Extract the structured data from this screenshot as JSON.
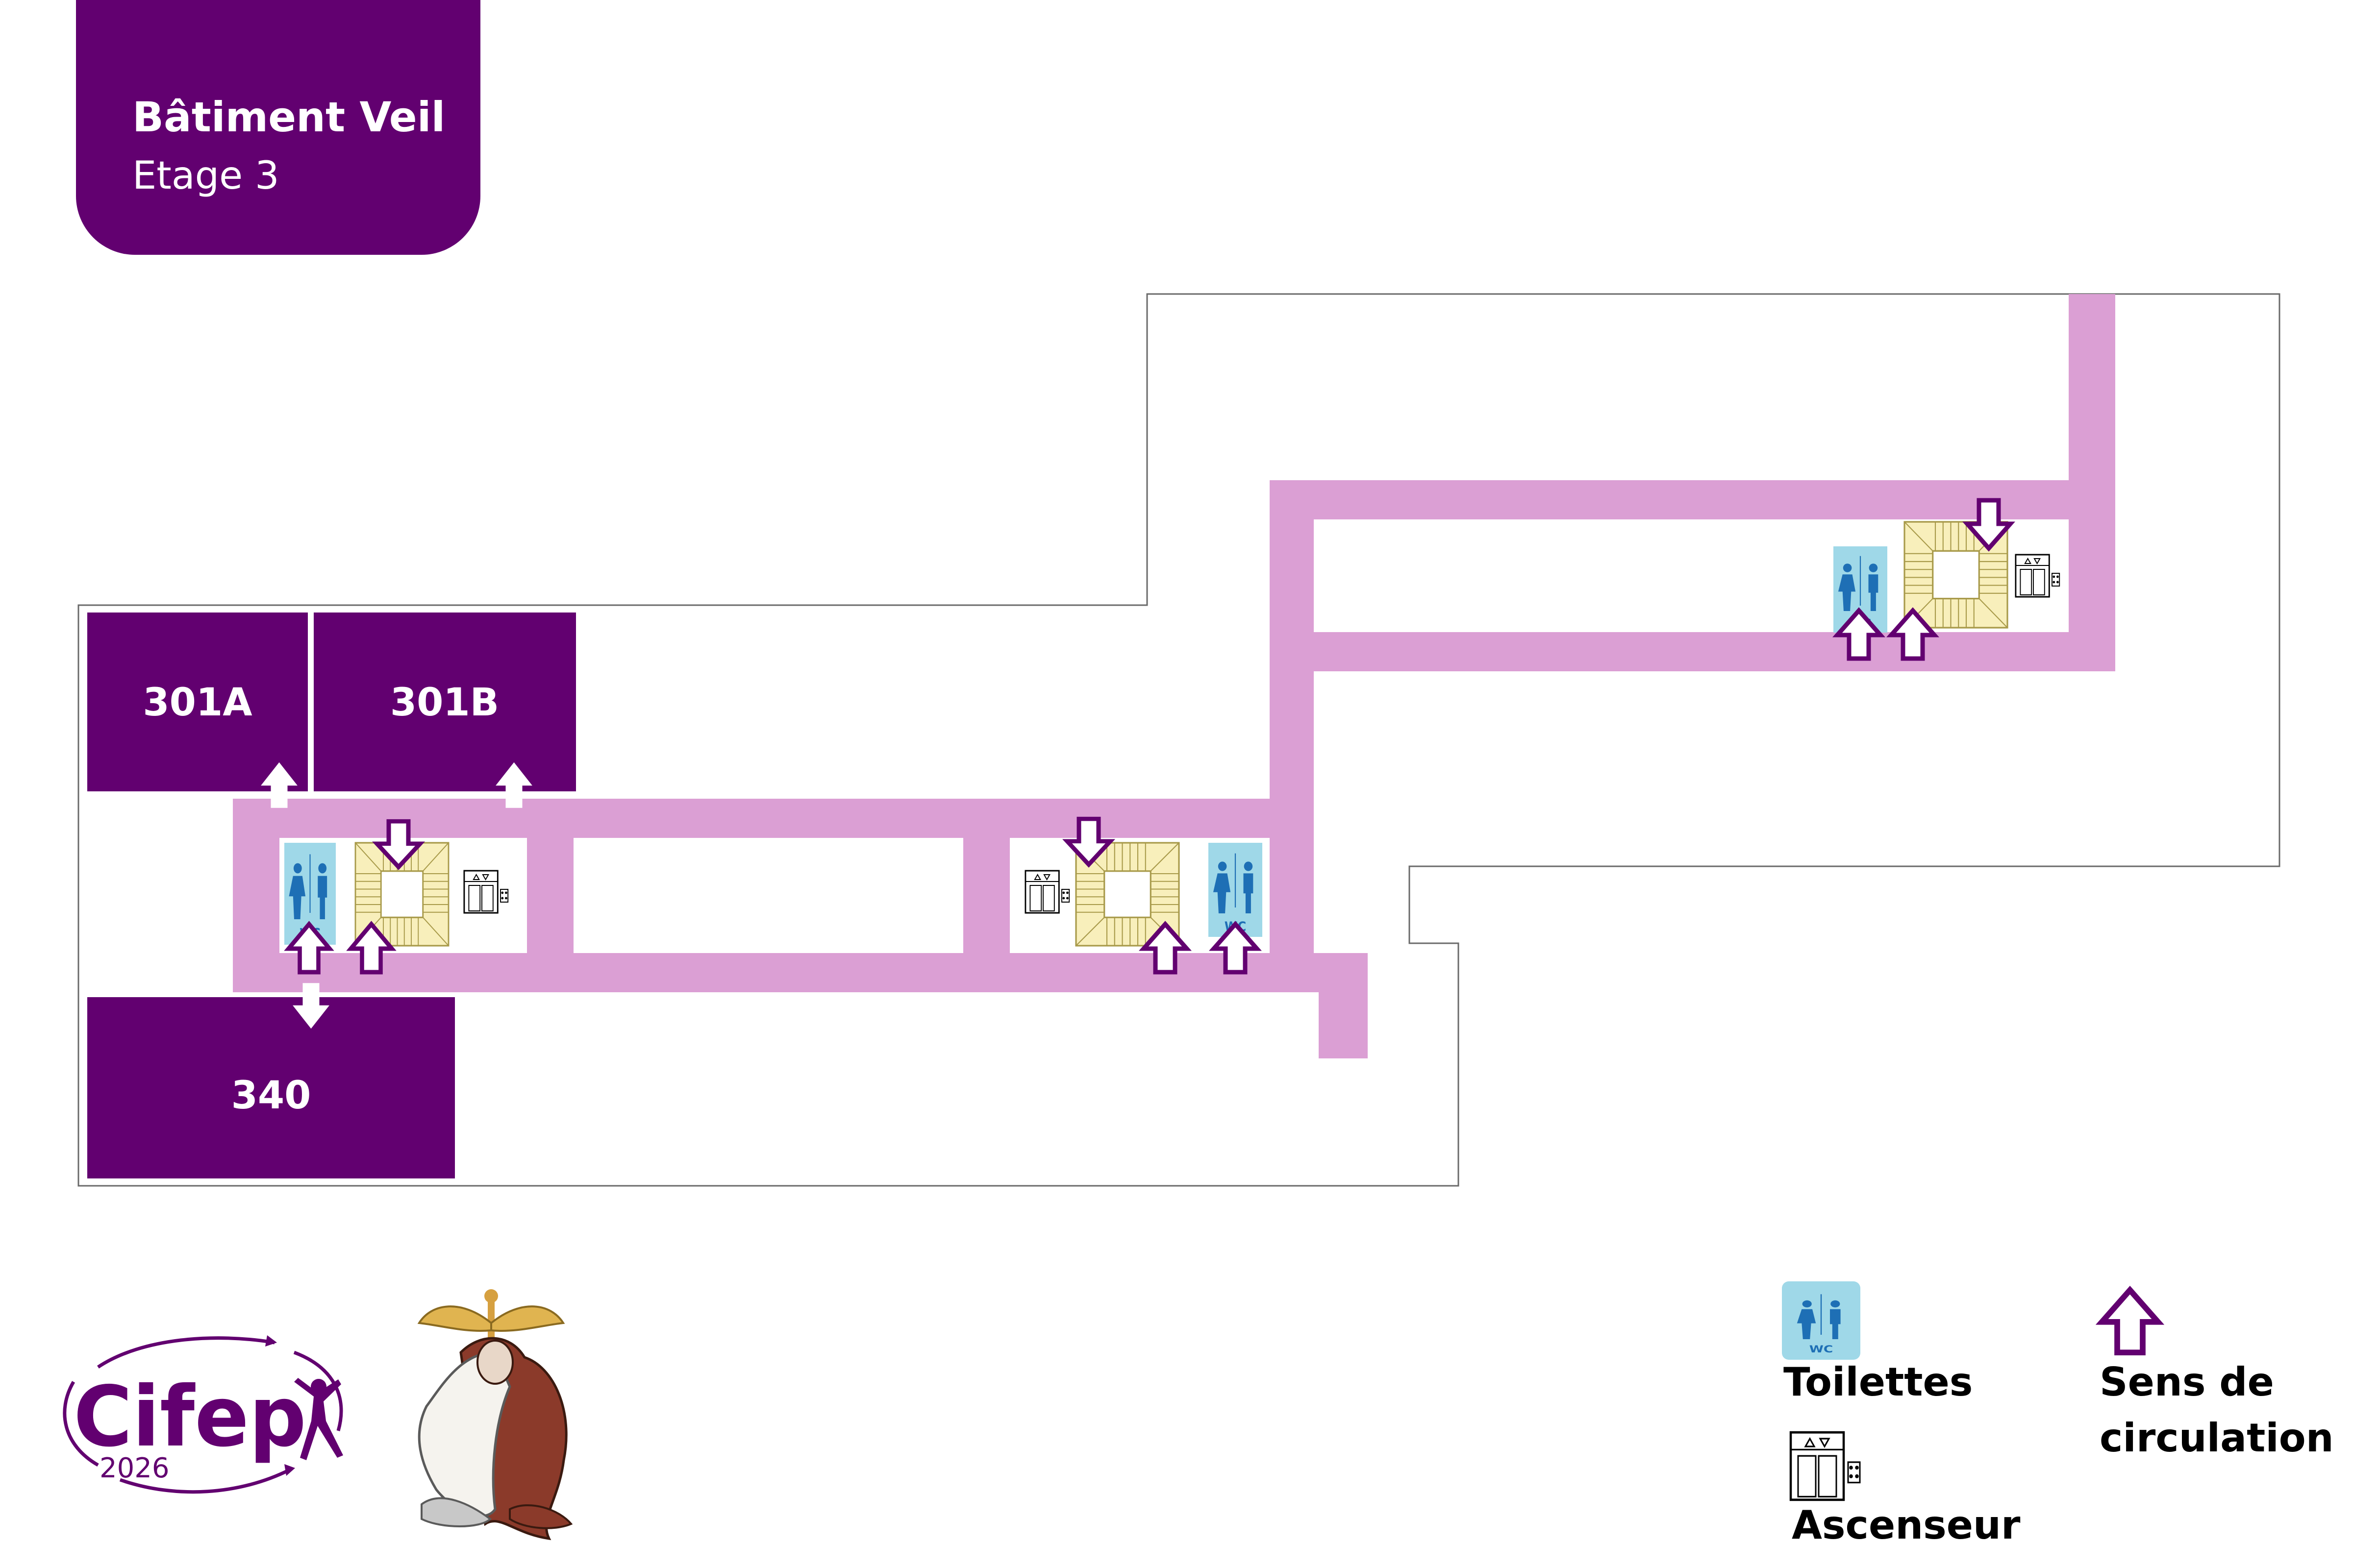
{
  "header": {
    "building": "Bâtiment Veil",
    "floor": "Etage 3"
  },
  "rooms": {
    "r301a": "301A",
    "r301b": "301B",
    "r340": "340"
  },
  "legend": {
    "toilets": "Toilettes",
    "elevator": "Ascenseur",
    "direction_line1": "Sens de",
    "direction_line2": "circulation"
  },
  "logo": {
    "name": "Cifep",
    "year": "2026"
  },
  "icons": {
    "wc": "wc-icon",
    "elevator": "elevator-icon",
    "stairs": "stairs-icon",
    "arrow": "direction-arrow-icon"
  },
  "colors": {
    "brand": "#620070",
    "corridor": "#db9fd4",
    "wc": "#9fd8e8",
    "wc_figure": "#1e6fb5",
    "stairs": "#f8efbb",
    "stairs_line": "#a89a4a"
  }
}
